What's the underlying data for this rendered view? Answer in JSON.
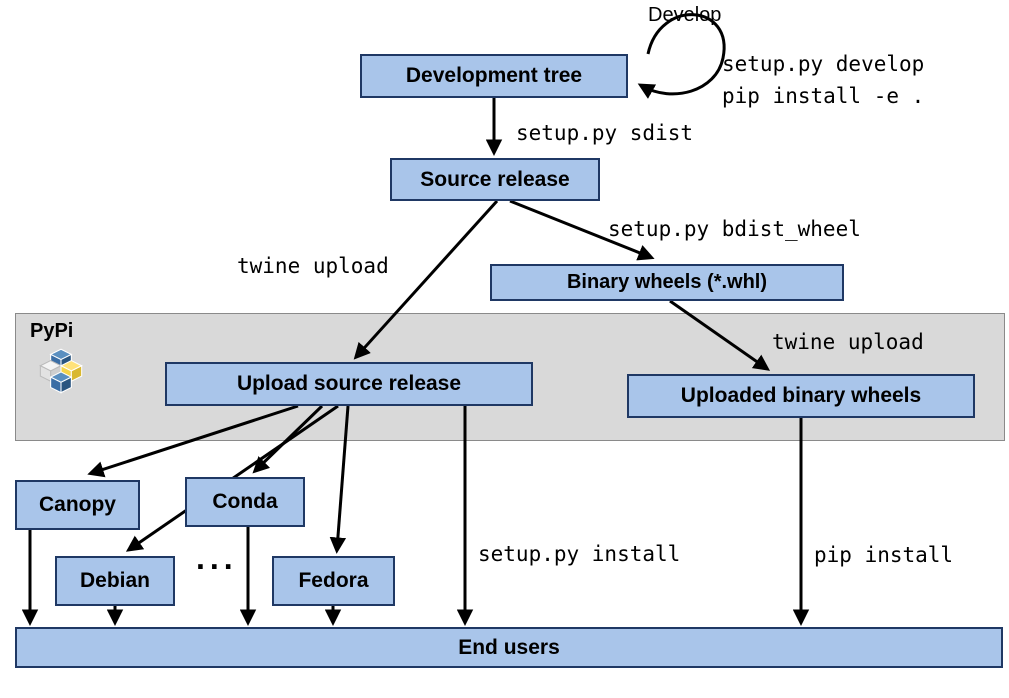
{
  "nodes": {
    "development_tree": "Development tree",
    "source_release": "Source release",
    "binary_wheels": "Binary wheels (*.whl)",
    "upload_source_release": "Upload source release",
    "uploaded_binary_wheels": "Uploaded binary wheels",
    "canopy": "Canopy",
    "conda": "Conda",
    "debian": "Debian",
    "fedora": "Fedora",
    "end_users": "End users"
  },
  "band": {
    "title": "PyPi"
  },
  "labels": {
    "develop": "Develop",
    "setup_develop": "setup.py develop",
    "pip_install_editable": "pip install -e .",
    "setup_sdist": "setup.py sdist",
    "setup_bdist_wheel": "setup.py bdist_wheel",
    "twine_upload_source": "twine upload",
    "twine_upload_wheels": "twine upload",
    "setup_install": "setup.py install",
    "pip_install": "pip install",
    "ellipsis": "..."
  },
  "colors": {
    "node_fill": "#a9c5ea",
    "node_border": "#1f3864",
    "band_fill": "#d9d9d9",
    "arrow": "#000000",
    "pypi_blue": "#3b6ea5",
    "pypi_yellow": "#f5d44a"
  }
}
